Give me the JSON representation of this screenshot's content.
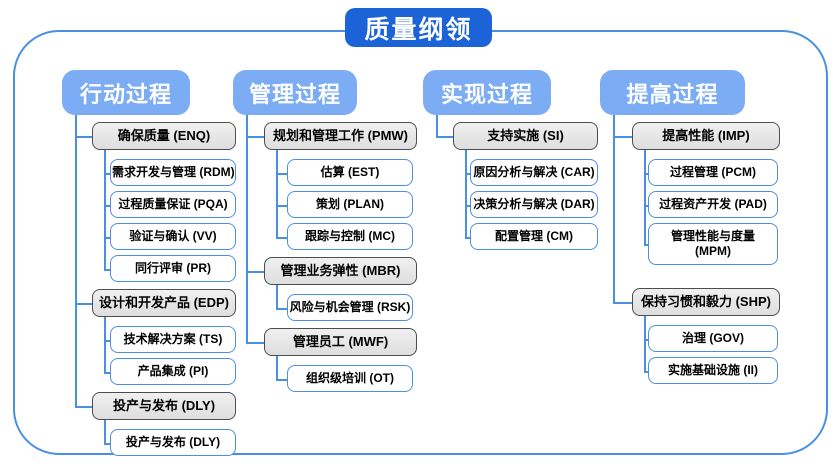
{
  "title": "质量纲领",
  "colors": {
    "title_bg": "#1b63d6",
    "header_bg": "#7cacf3",
    "connector": "#4a90e2",
    "group_fill": "#e7e7e7",
    "group_border": "#4d4d4d",
    "leaf_border": "#4a90e2"
  },
  "diagram": {
    "columns": [
      {
        "header": "行动过程",
        "groups": [
          {
            "label": "确保质量 (ENQ)",
            "children": [
              "需求开发与管理 (RDM)",
              "过程质量保证 (PQA)",
              "验证与确认 (VV)",
              "同行评审 (PR)"
            ]
          },
          {
            "label": "设计和开发产品 (EDP)",
            "children": [
              "技术解决方案 (TS)",
              "产品集成 (PI)"
            ]
          },
          {
            "label": "投产与发布 (DLY)",
            "children": [
              "投产与发布 (DLY)"
            ]
          }
        ]
      },
      {
        "header": "管理过程",
        "groups": [
          {
            "label": "规划和管理工作 (PMW)",
            "children": [
              "估算 (EST)",
              "策划 (PLAN)",
              "跟踪与控制 (MC)"
            ]
          },
          {
            "label": "管理业务弹性 (MBR)",
            "children": [
              "风险与机会管理 (RSK)"
            ]
          },
          {
            "label": "管理员工 (MWF)",
            "children": [
              "组织级培训 (OT)"
            ]
          }
        ]
      },
      {
        "header": "实现过程",
        "groups": [
          {
            "label": "支持实施 (SI)",
            "children": [
              "原因分析与解决 (CAR)",
              "决策分析与解决 (DAR)",
              "配置管理 (CM)"
            ]
          }
        ]
      },
      {
        "header": "提高过程",
        "groups": [
          {
            "label": "提高性能 (IMP)",
            "children": [
              "过程管理 (PCM)",
              "过程资产开发 (PAD)",
              "管理性能与度量\n(MPM)"
            ]
          },
          {
            "label": "保持习惯和毅力 (SHP)",
            "extra_gap": 16,
            "children": [
              "治理 (GOV)",
              "实施基础设施 (II)"
            ]
          }
        ]
      }
    ]
  }
}
